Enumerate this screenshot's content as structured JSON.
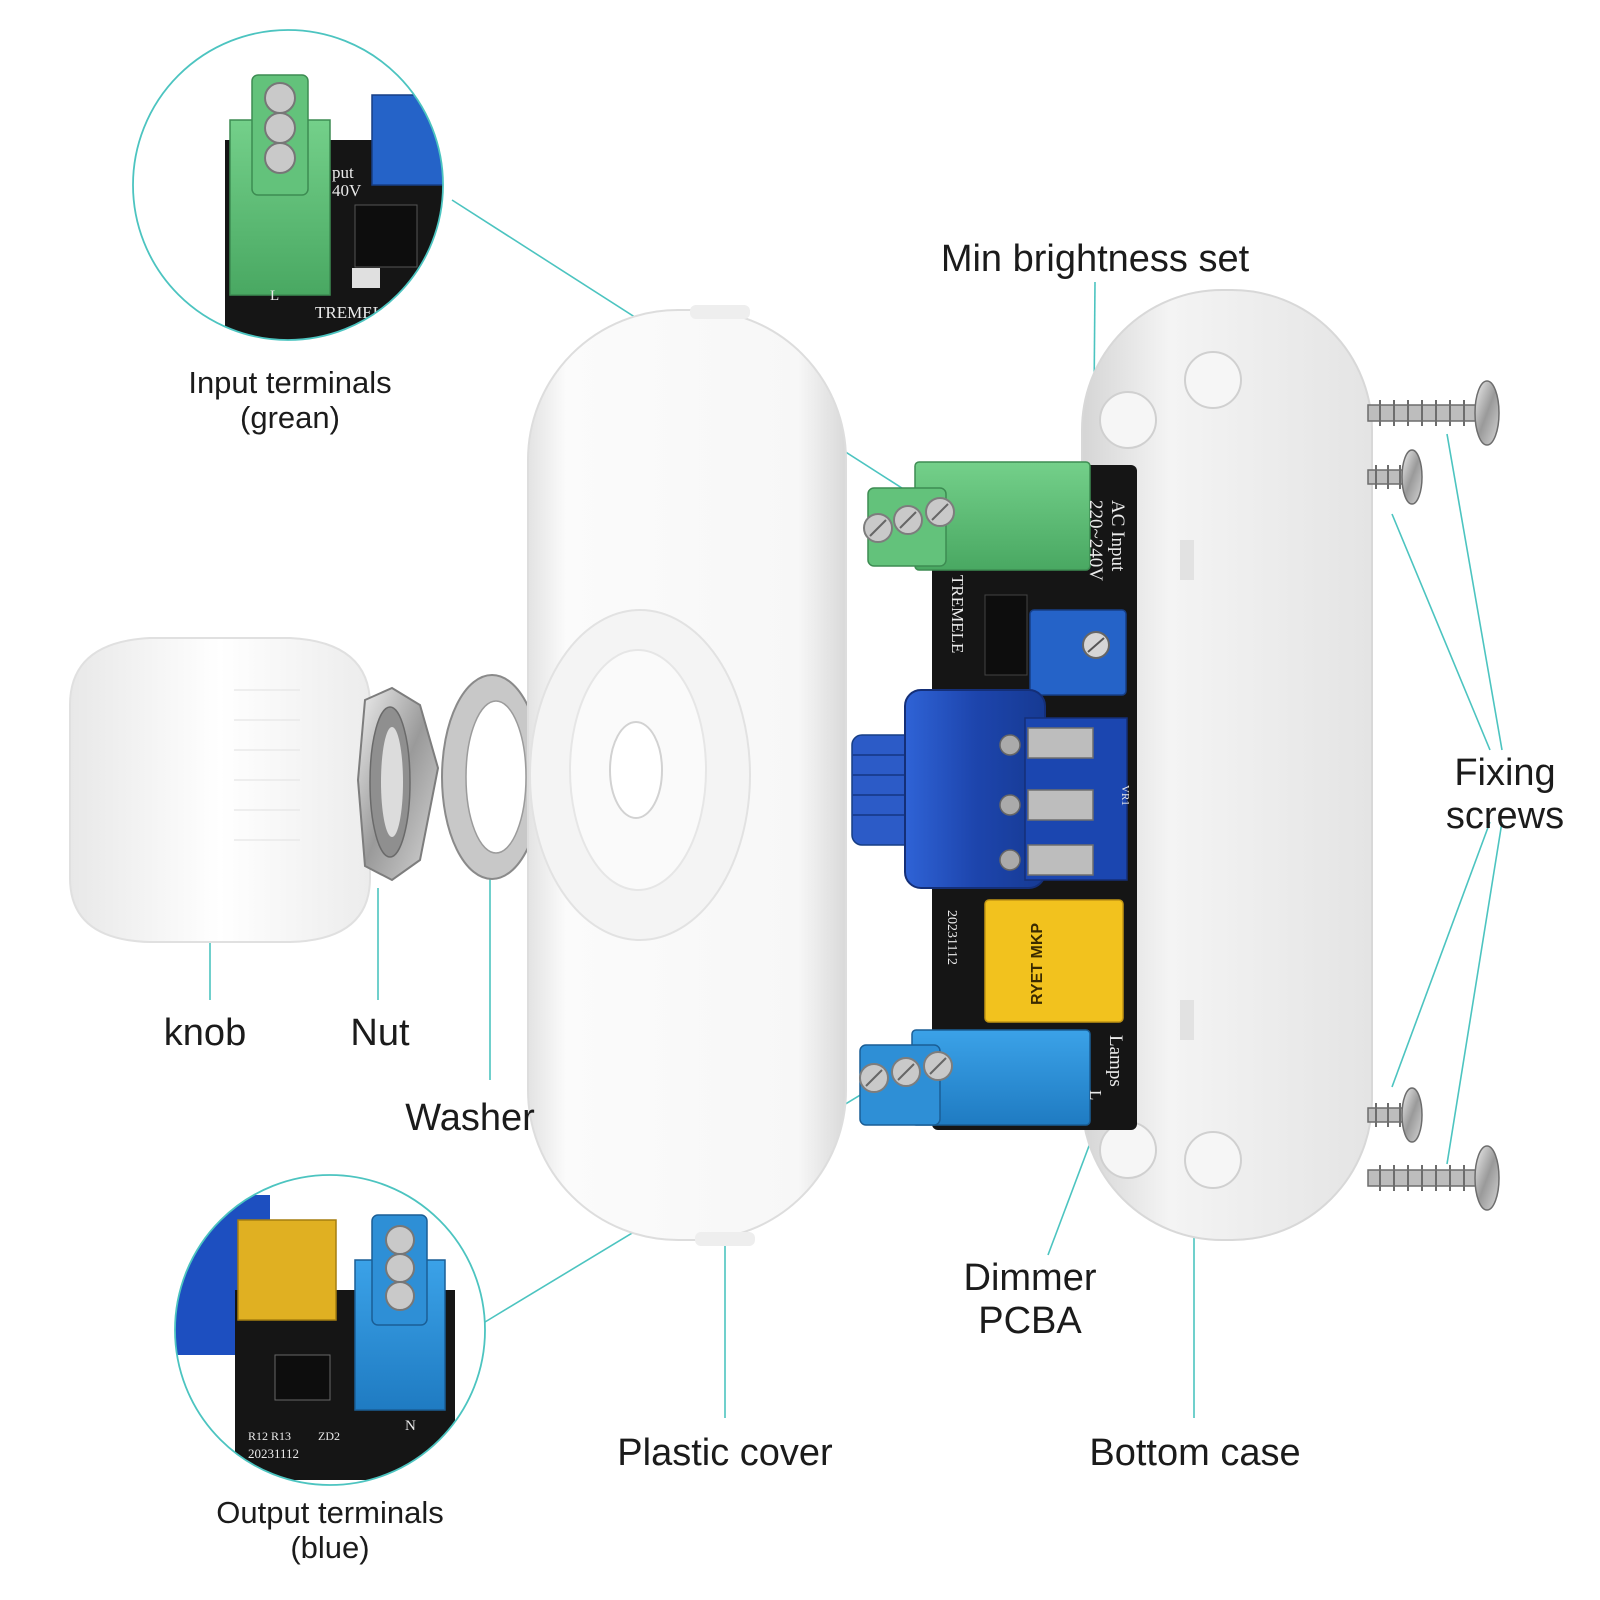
{
  "labels": {
    "input_terminals": [
      "Input terminals",
      "(grean)"
    ],
    "output_terminals": [
      "Output terminals",
      "(blue)"
    ],
    "min_brightness": "Min brightness set",
    "fixing_screws": [
      "Fixing",
      "screws"
    ],
    "knob": "knob",
    "nut": "Nut",
    "washer": "Washer",
    "plastic_cover": "Plastic cover",
    "dimmer_pcba": [
      "Dimmer",
      "PCBA"
    ],
    "bottom_case": "Bottom case"
  },
  "board_text": {
    "ac_input": "AC Input",
    "voltage": "220~240V",
    "brand": "TREMELE",
    "brand_cut": "TREMEL",
    "date": "20231112",
    "lamps": "Lamps",
    "line_mark": "L",
    "neutral_mark": "N",
    "resistor_marks": "R12 R13",
    "zener_mark": "ZD2",
    "vr_mark": "VR1",
    "cap_brand": "RYET MKP",
    "input_cut_1": "put",
    "input_cut_2": "40V"
  },
  "colors": {
    "leader_line": "#4cc4c0",
    "terminal_green": "#5ec17a",
    "terminal_blue": "#2d8fd6",
    "pot_blue": "#1f48b8",
    "capacitor_yellow": "#f2c21e",
    "pcb_black": "#151515",
    "plastic_white": "#f6f6f6"
  }
}
